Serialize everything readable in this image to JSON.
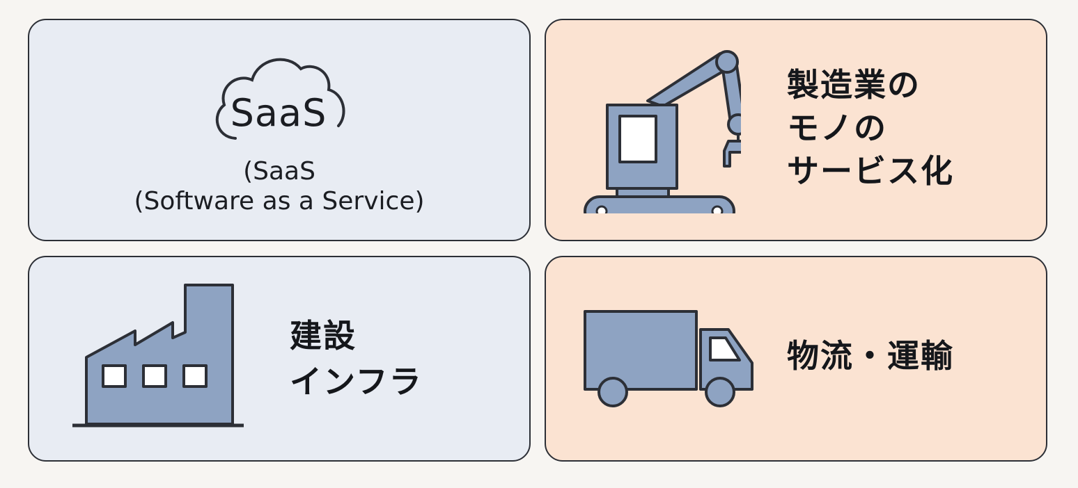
{
  "cards": {
    "saas": {
      "cloud_text": "SaaS",
      "subtitle": "(SaaS\n(Software as a Service)"
    },
    "manufacturing": {
      "label": "製造業の\nモノの\nサービス化"
    },
    "construction": {
      "label": "建設\nインフラ"
    },
    "logistics": {
      "label": "物流・運輸"
    }
  },
  "colors": {
    "page_background": "#f7f5f2",
    "card_blue": "#e8ecf3",
    "card_peach": "#fbe3d2",
    "icon_fill": "#8ea3c2",
    "outline": "#2c2f36"
  },
  "icons": [
    "cloud-icon",
    "excavator-icon",
    "factory-icon",
    "truck-icon"
  ]
}
